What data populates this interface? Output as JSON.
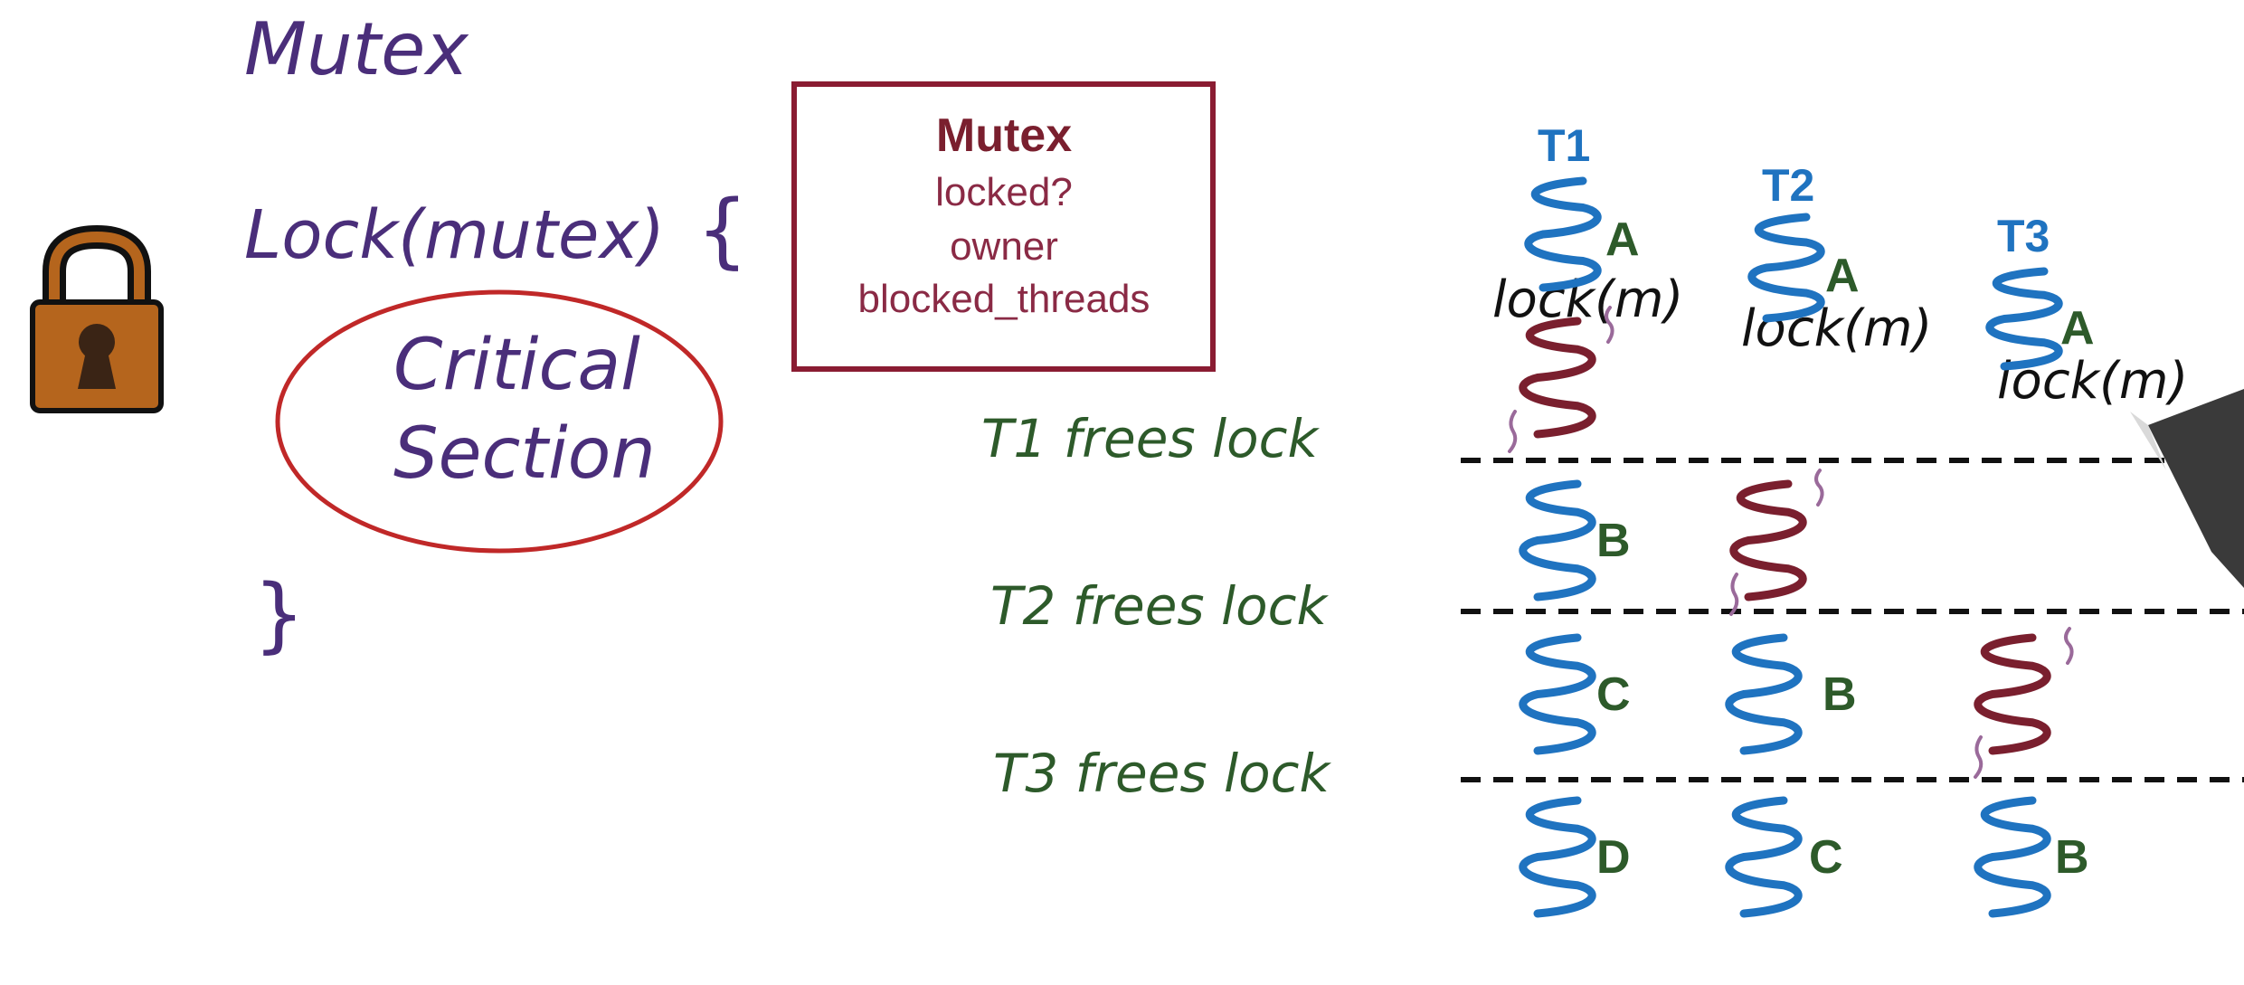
{
  "colors": {
    "purple": "#4a2e7a",
    "green": "#2d5a2a",
    "blue": "#1f73c0",
    "maroon": "#7a1f2e",
    "box_border": "#8a1c32",
    "ellipse": "#c02828",
    "brace": "#9a6a9a",
    "lock_body": "#b5651d",
    "lock_outline": "#111111"
  },
  "left": {
    "title": "Mutex",
    "lock_call": "Lock(mutex)",
    "open_brace": "{",
    "critical_line1": "Critical",
    "critical_line2": "Section",
    "close_brace": "}",
    "lock_icon": "padlock-icon"
  },
  "mutex_box": {
    "heading": "Mutex",
    "fields": [
      "locked?",
      "owner",
      "blocked_threads"
    ]
  },
  "timeline": {
    "threads": [
      {
        "id": "T1",
        "lock_label": "lock(m)"
      },
      {
        "id": "T2",
        "lock_label": "lock(m)"
      },
      {
        "id": "T3",
        "lock_label": "lock(m)"
      }
    ],
    "phase_labels": [
      "T1 frees lock",
      "T2 frees lock",
      "T3 frees lock"
    ],
    "segments": {
      "T1": [
        "A",
        "B",
        "C",
        "D"
      ],
      "T2": [
        "A",
        "B",
        "C"
      ],
      "T3": [
        "A",
        "B"
      ]
    }
  }
}
